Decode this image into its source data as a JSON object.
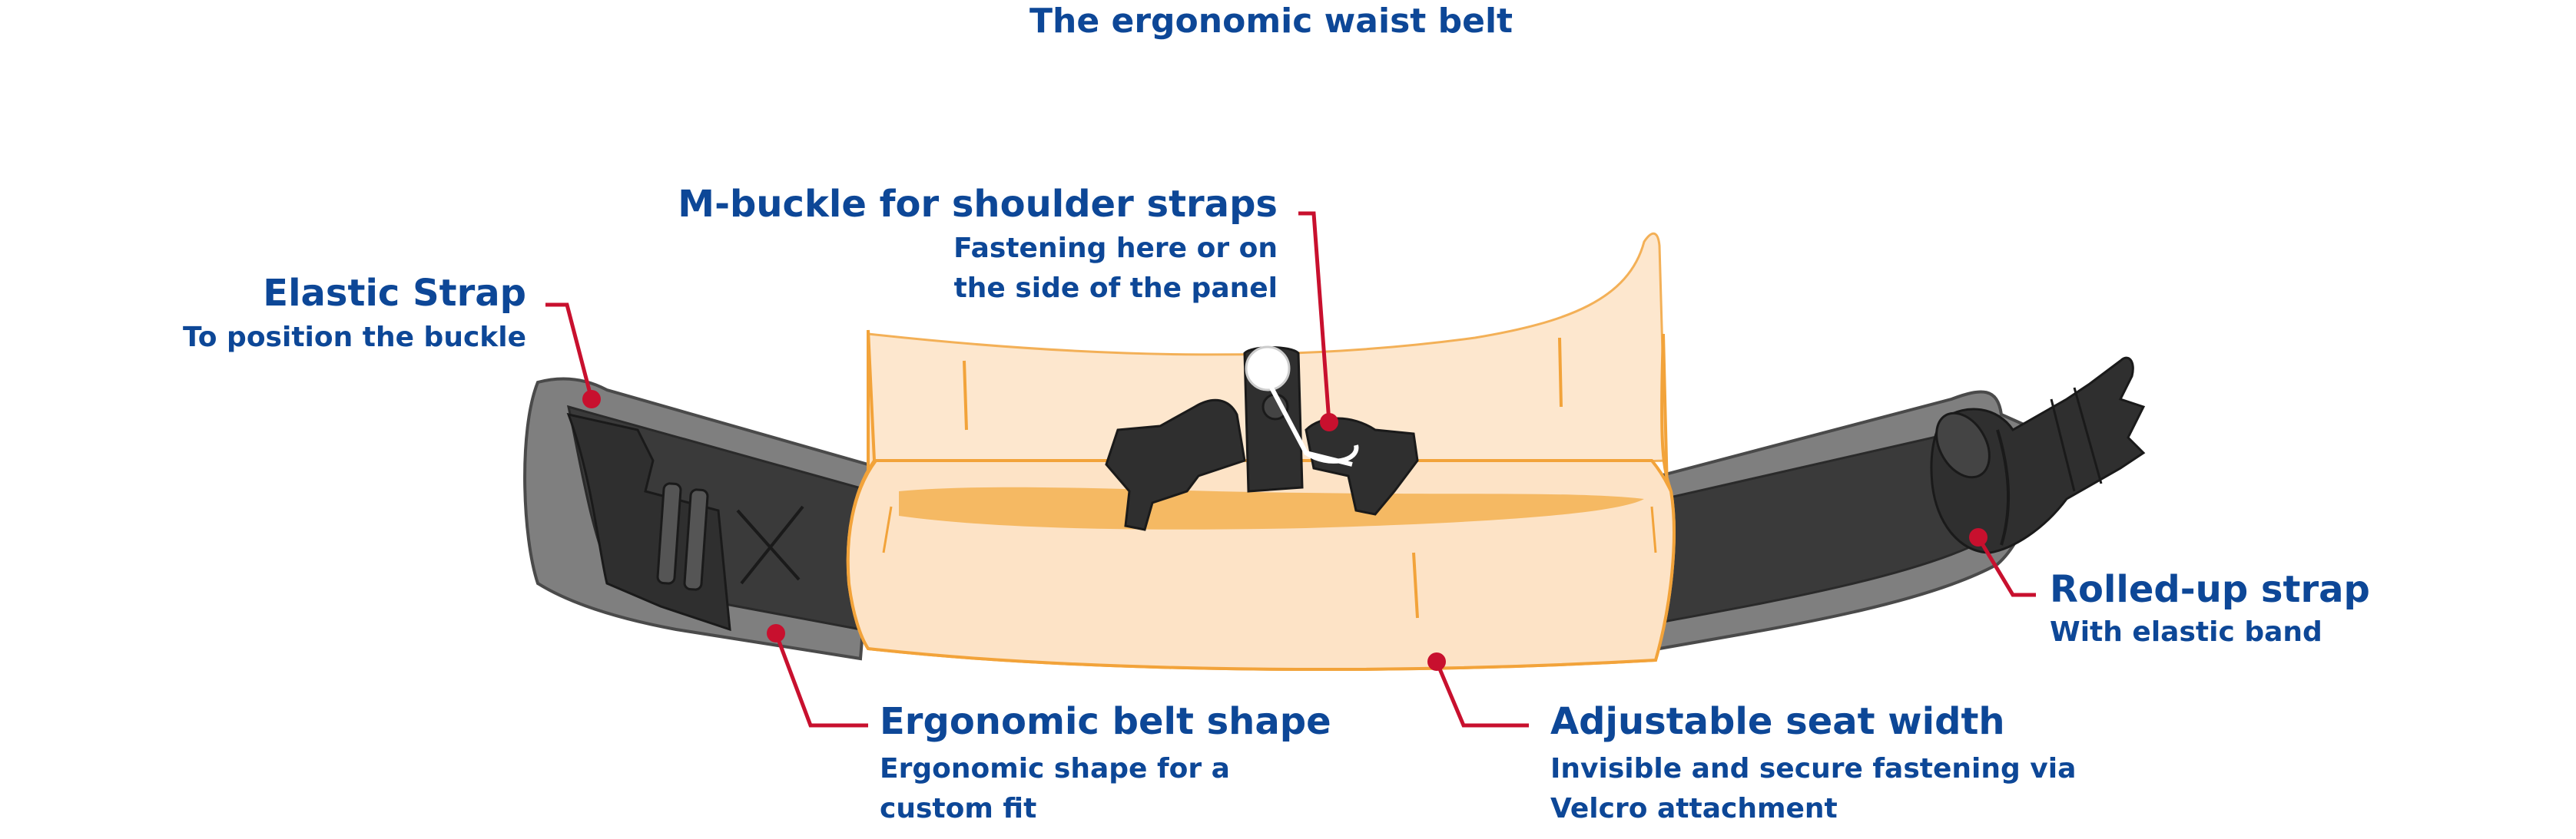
{
  "title": "The ergonomic waist belt",
  "colors": {
    "text": "#0d4797",
    "leader": "#c8102e",
    "panel_fill": "#fde3c6",
    "panel_stroke": "#f2a33a",
    "belt_outer": "#7f7f7f",
    "belt_inner": "#3a3a3a"
  },
  "callouts": {
    "m_buckle": {
      "heading": "M-buckle for shoulder straps",
      "line1": "Fastening here or on",
      "line2": "the side of the panel"
    },
    "elastic_strap": {
      "heading": "Elastic Strap",
      "line1": "To position the buckle"
    },
    "rolled_up_strap": {
      "heading": "Rolled-up strap",
      "line1": "With elastic band"
    },
    "ergonomic_shape": {
      "heading": "Ergonomic belt shape",
      "line1": "Ergonomic shape for a",
      "line2": "custom fit"
    },
    "seat_width": {
      "heading": "Adjustable seat width",
      "line1": "Invisible and secure fastening via",
      "line2": "Velcro attachment"
    }
  }
}
